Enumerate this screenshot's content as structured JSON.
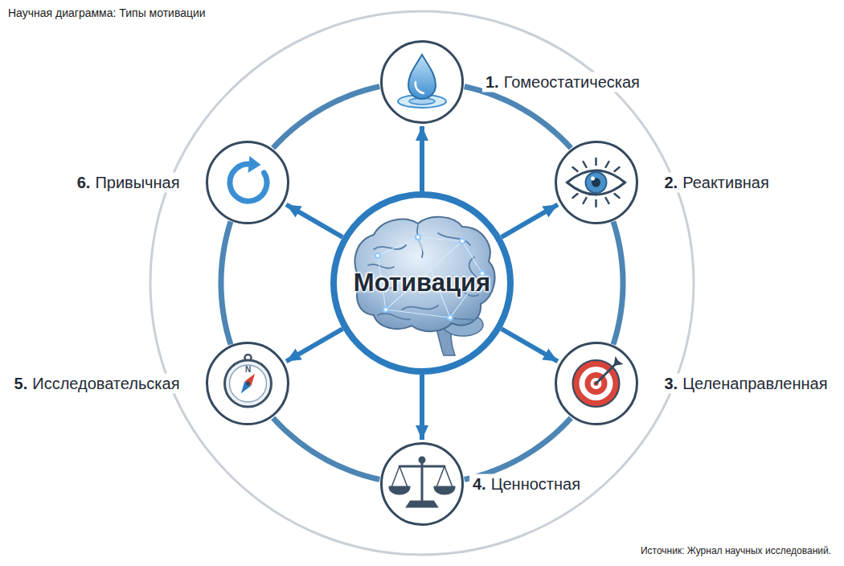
{
  "diagram": {
    "title": "Научная диаграмма: Типы мотивации",
    "caption": "Источник: Журнал научных исследований.",
    "nodes": [
      {
        "text": [
          "Мотивация"
        ]
      },
      {
        "text": [
          "1.",
          "Гомеостатическая"
        ]
      },
      {
        "text": [
          "2.",
          "Реактивная"
        ]
      },
      {
        "text": [
          "3.",
          "Целенаправленная"
        ]
      },
      {
        "text": [
          "4.",
          "Ценностная"
        ]
      },
      {
        "text": [
          "5.",
          "Исследовательская"
        ]
      },
      {
        "text": [
          "6.",
          "Привычная"
        ]
      }
    ],
    "edges": [
      {
        "from": 0,
        "to": 1,
        "arrow": "to"
      },
      {
        "from": 0,
        "to": 2,
        "arrow": "to"
      },
      {
        "from": 0,
        "to": 3,
        "arrow": "to"
      },
      {
        "from": 0,
        "to": 4,
        "arrow": "to"
      },
      {
        "from": 0,
        "to": 5,
        "arrow": "to"
      },
      {
        "from": 0,
        "to": 6,
        "arrow": "to"
      },
      {
        "from": 1,
        "to": 2,
        "arrow": "none"
      },
      {
        "from": 2,
        "to": 3,
        "arrow": "none"
      },
      {
        "from": 3,
        "to": 4,
        "arrow": "none"
      },
      {
        "from": 4,
        "to": 5,
        "arrow": "none"
      },
      {
        "from": 5,
        "to": 6,
        "arrow": "none"
      },
      {
        "from": 6,
        "to": 1,
        "arrow": "none"
      }
    ],
    "labels": [
      "N"
    ]
  }
}
